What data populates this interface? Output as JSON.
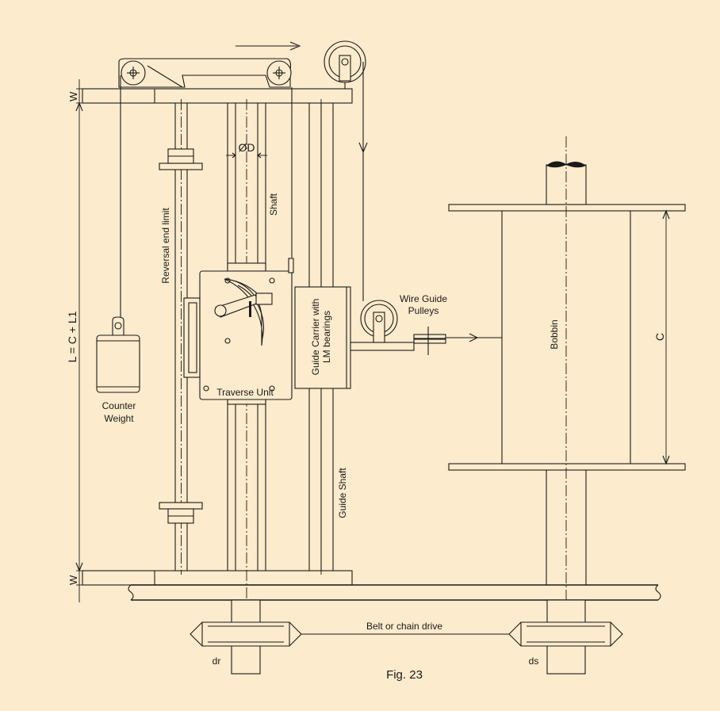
{
  "figure": {
    "caption": "Fig. 23",
    "labels": {
      "w_top": "W",
      "w_bottom": "W",
      "length": "L = C + L1",
      "diameter": "ØD",
      "shaft": "Shaft",
      "reversal": "Reversal end limit",
      "guide_carrier_line1": "Guide Carrier with",
      "guide_carrier_line2": "LM bearings",
      "wire_guide_line1": "Wire Guide",
      "wire_guide_line2": "Pulleys",
      "bobbin": "Bobbin",
      "c_dim": "C",
      "traverse_unit": "Traverse Unit",
      "counter_line1": "Counter",
      "counter_line2": "Weight",
      "guide_shaft": "Guide Shaft",
      "belt": "Belt or chain drive",
      "dr": "dr",
      "ds": "ds"
    }
  }
}
